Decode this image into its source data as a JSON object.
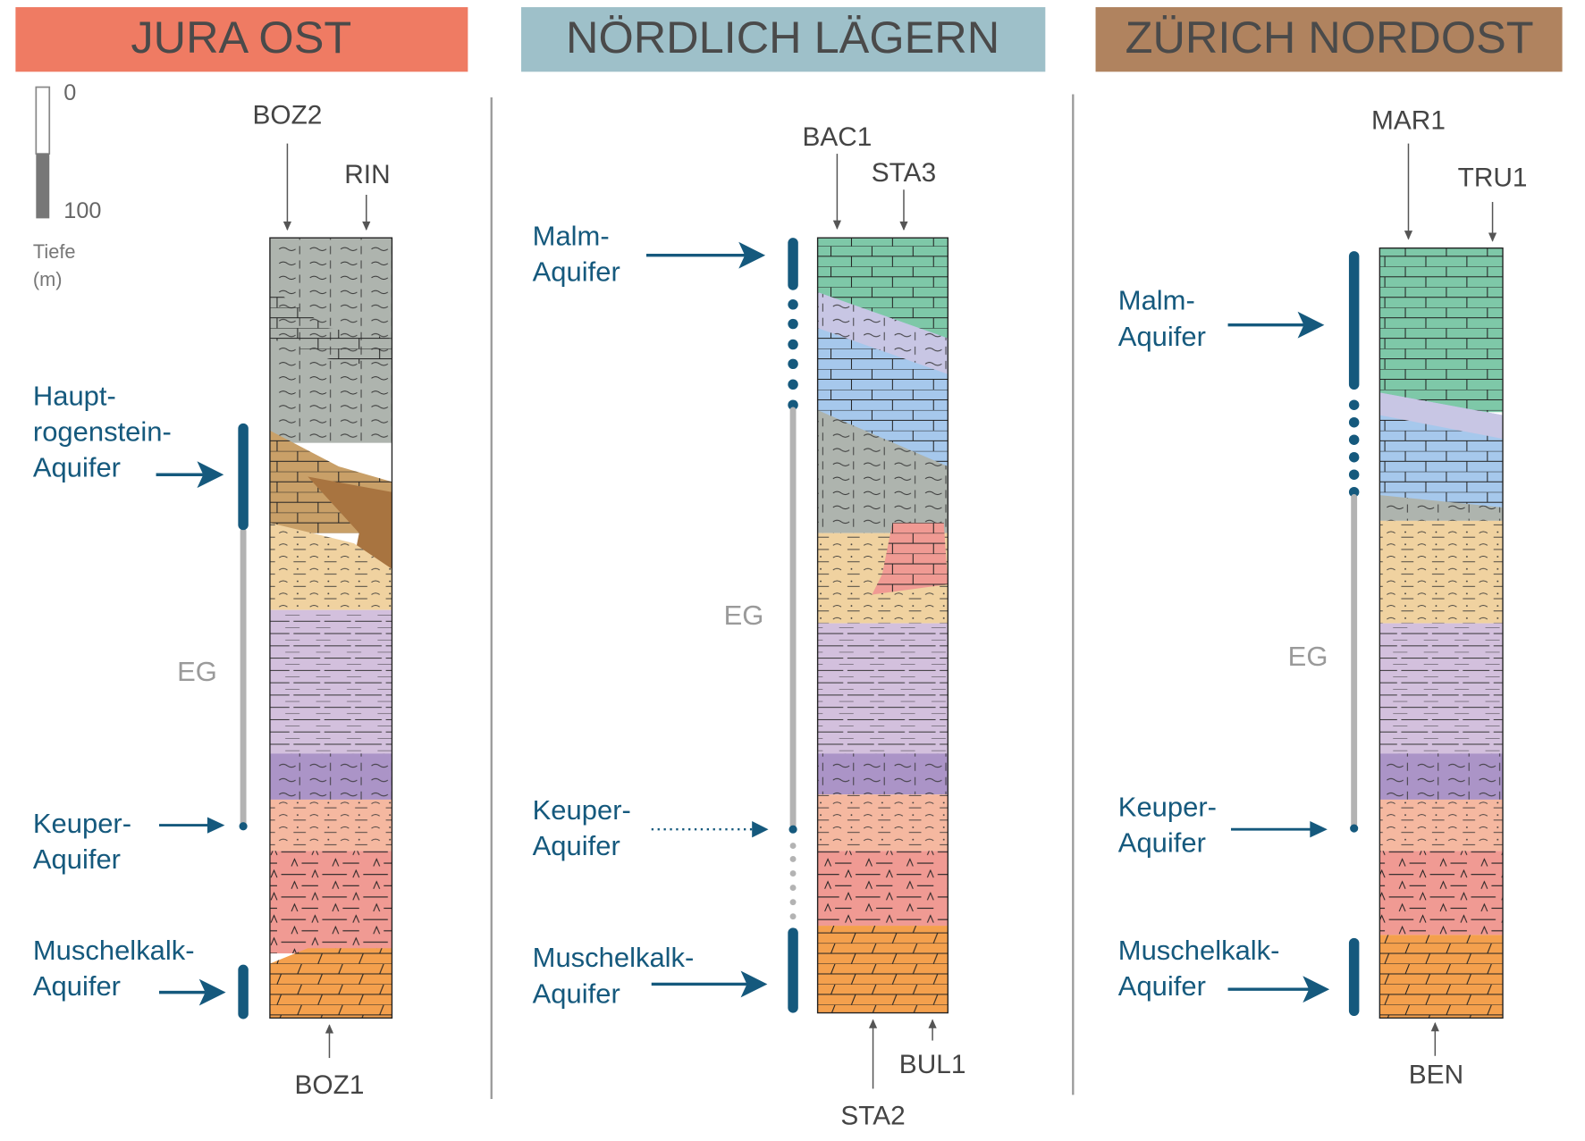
{
  "regions": [
    {
      "title": "JURA OST",
      "color": "#ef7b63",
      "wells": {
        "top_left": "BOZ2",
        "top_right": "RIN",
        "bottom": "BOZ1"
      },
      "aquifers": {
        "upper_1": "Haupt-",
        "upper_2": "rogenstein-",
        "upper_3": "Aquifer",
        "keuper_1": "Keuper-",
        "keuper_2": "Aquifer",
        "muschelkalk_1": "Muschelkalk-",
        "muschelkalk_2": "Aquifer"
      },
      "eg": "EG"
    },
    {
      "title": "NÖRDLICH LÄGERN",
      "color": "#9ec0c9",
      "wells": {
        "top_left": "BAC1",
        "top_right": "STA3",
        "bottom_left": "STA2",
        "bottom_right": "BUL1"
      },
      "aquifers": {
        "upper_1": "Malm-",
        "upper_2": "Aquifer",
        "keuper_1": "Keuper-",
        "keuper_2": "Aquifer",
        "muschelkalk_1": "Muschelkalk-",
        "muschelkalk_2": "Aquifer"
      },
      "eg": "EG"
    },
    {
      "title": "ZÜRICH NORDOST",
      "color": "#b0835f",
      "wells": {
        "top_left": "MAR1",
        "top_right": "TRU1",
        "bottom": "BEN"
      },
      "aquifers": {
        "upper_1": "Malm-",
        "upper_2": "Aquifer",
        "keuper_1": "Keuper-",
        "keuper_2": "Aquifer",
        "muschelkalk_1": "Muschelkalk-",
        "muschelkalk_2": "Aquifer"
      },
      "eg": "EG"
    }
  ],
  "scale": {
    "top": "0",
    "bottom": "100",
    "label_1": "Tiefe",
    "label_2": "(m)"
  },
  "colors": {
    "aquifer": "#15597d",
    "eg_bar": "#b3b3b3",
    "malm": "#7ec8a8",
    "limestone_blue": "#a6c8ec",
    "marl_grey": "#aeb4ae",
    "dogger_tan": "#f0d2a0",
    "dogger_brown": "#c9a068",
    "opalinus_purple": "#d3c0dd",
    "dark_purple": "#ab94c7",
    "keuper_salmon": "#f5b8a0",
    "gipskeuper_pink": "#f09a93",
    "muschelkalk_orange": "#f4a04d"
  }
}
